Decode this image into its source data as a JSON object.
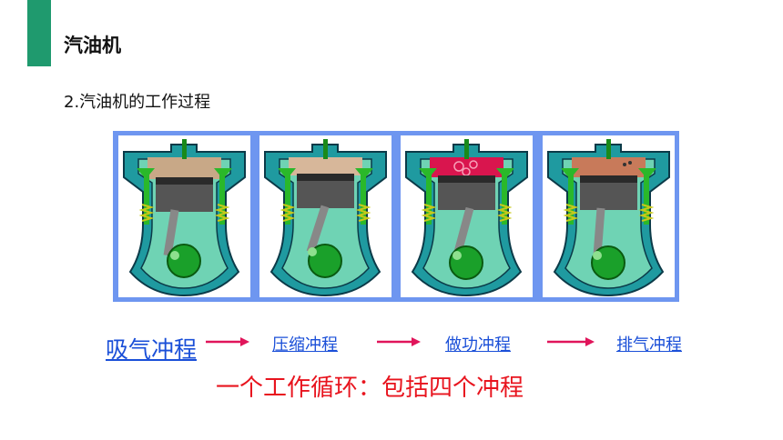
{
  "slide": {
    "title": "汽油机",
    "subtitle": "2.汽油机的工作过程",
    "accent_color": "#1f9a6e",
    "frame_color": "#6e96f0"
  },
  "strokes": [
    {
      "label": "吸气冲程",
      "chamber_color": "#c8a887"
    },
    {
      "label": "压缩冲程",
      "chamber_color": "#d7b79a"
    },
    {
      "label": "做功冲程",
      "chamber_color": "#d9154e"
    },
    {
      "label": "排气冲程",
      "chamber_color": "#c87a5a"
    }
  ],
  "arrow_color": "#e0145a",
  "summary": "一个工作循环：包括四个冲程"
}
